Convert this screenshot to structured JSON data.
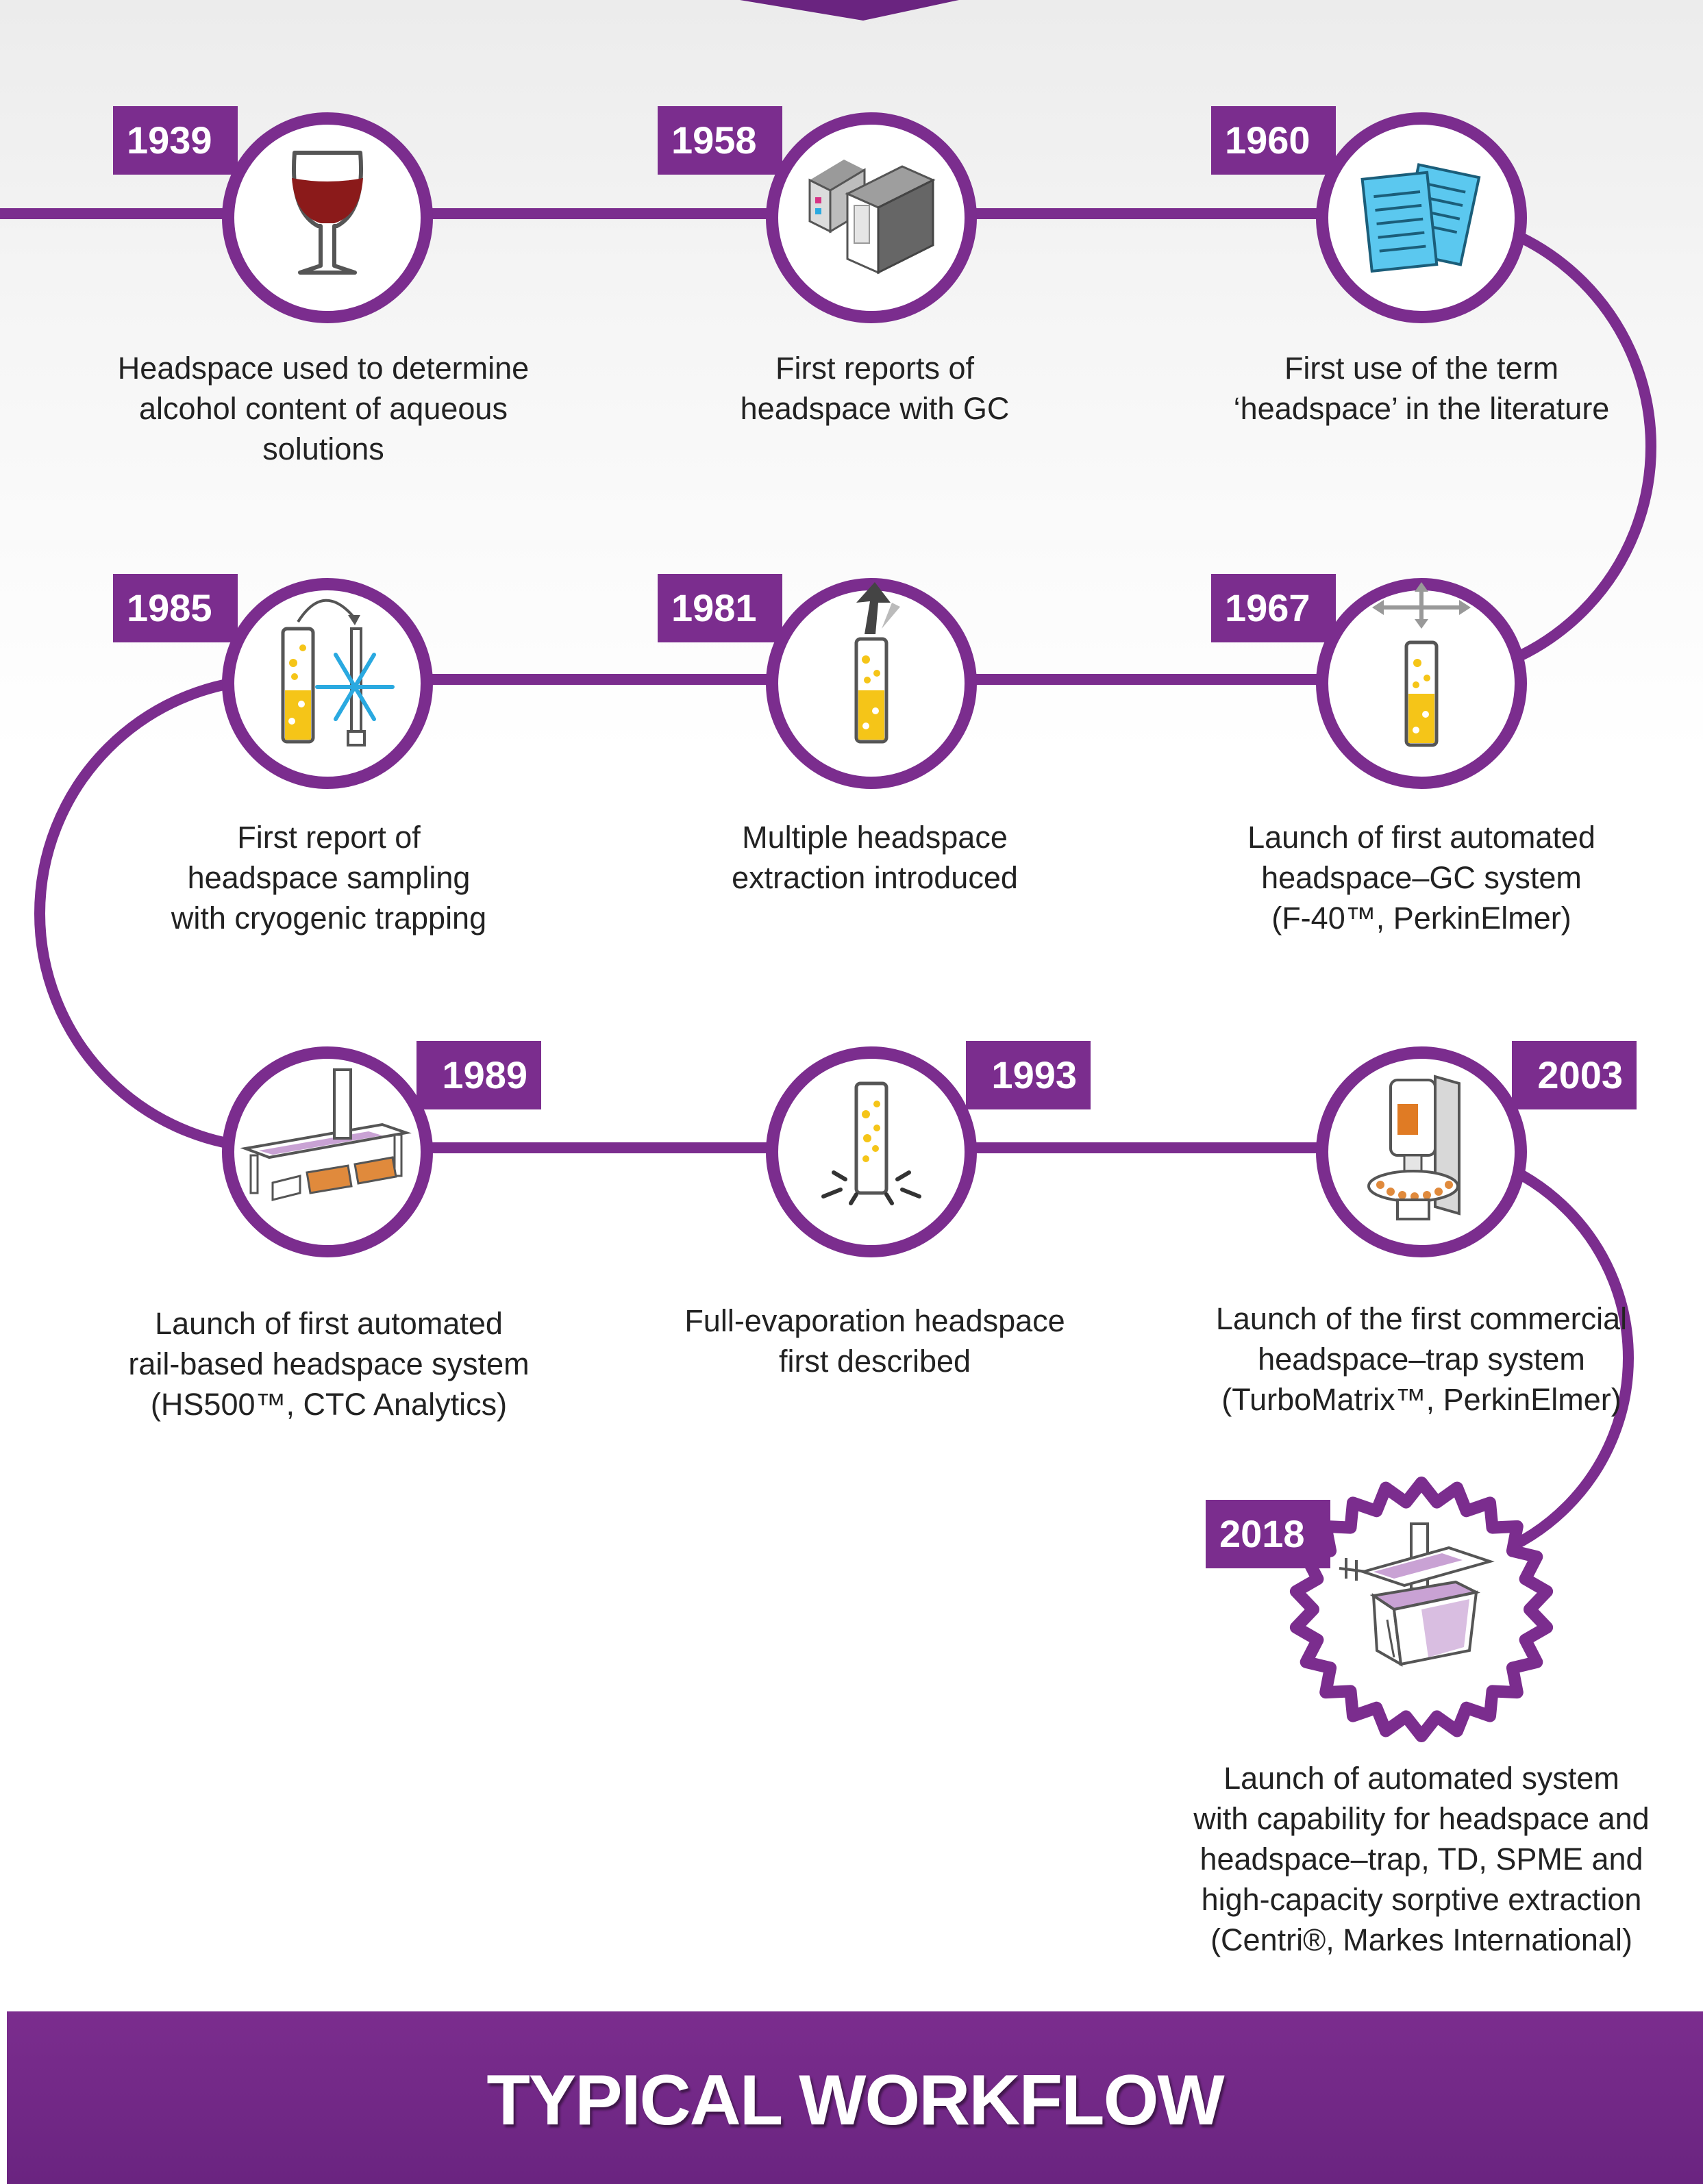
{
  "colors": {
    "purple": "#7b2d8e",
    "wine": "#8b1a1a",
    "liquid": "#f5c518",
    "document": "#5bc8ef"
  },
  "events": [
    {
      "year": "1939",
      "caption": "Headspace used to determine\nalcohol content of aqueous\nsolutions",
      "icon": "wine-glass-icon"
    },
    {
      "year": "1958",
      "caption": "First reports of\nheadspace with GC",
      "icon": "gc-instrument-icon"
    },
    {
      "year": "1960",
      "caption": "First use of the term\n‘headspace’ in the literature",
      "icon": "documents-icon"
    },
    {
      "year": "1967",
      "caption": "Launch of first automated\nheadspace–GC system\n(F-40™, PerkinElmer)",
      "icon": "shaken-vial-icon"
    },
    {
      "year": "1981",
      "caption": "Multiple headspace\nextraction introduced",
      "icon": "vial-venting-icon"
    },
    {
      "year": "1985",
      "caption": "First report of\nheadspace sampling\nwith cryogenic trapping",
      "icon": "cryogenic-trap-icon"
    },
    {
      "year": "1989",
      "caption": "Launch of first automated\nrail-based headspace system\n(HS500™, CTC Analytics)",
      "icon": "rail-autosampler-icon"
    },
    {
      "year": "1993",
      "caption": "Full-evaporation headspace\nfirst described",
      "icon": "evaporation-vial-icon"
    },
    {
      "year": "2003",
      "caption": "Launch of the first commercial\nheadspace–trap system\n(TurboMatrix™, PerkinElmer)",
      "icon": "headspace-trap-icon"
    },
    {
      "year": "2018",
      "caption": "Launch of automated system\nwith capability for headspace and\nheadspace–trap, TD, SPME and\nhigh-capacity sorptive extraction\n(Centri®, Markes International)",
      "icon": "centri-system-icon"
    }
  ],
  "footer": {
    "title": "TYPICAL WORKFLOW"
  }
}
